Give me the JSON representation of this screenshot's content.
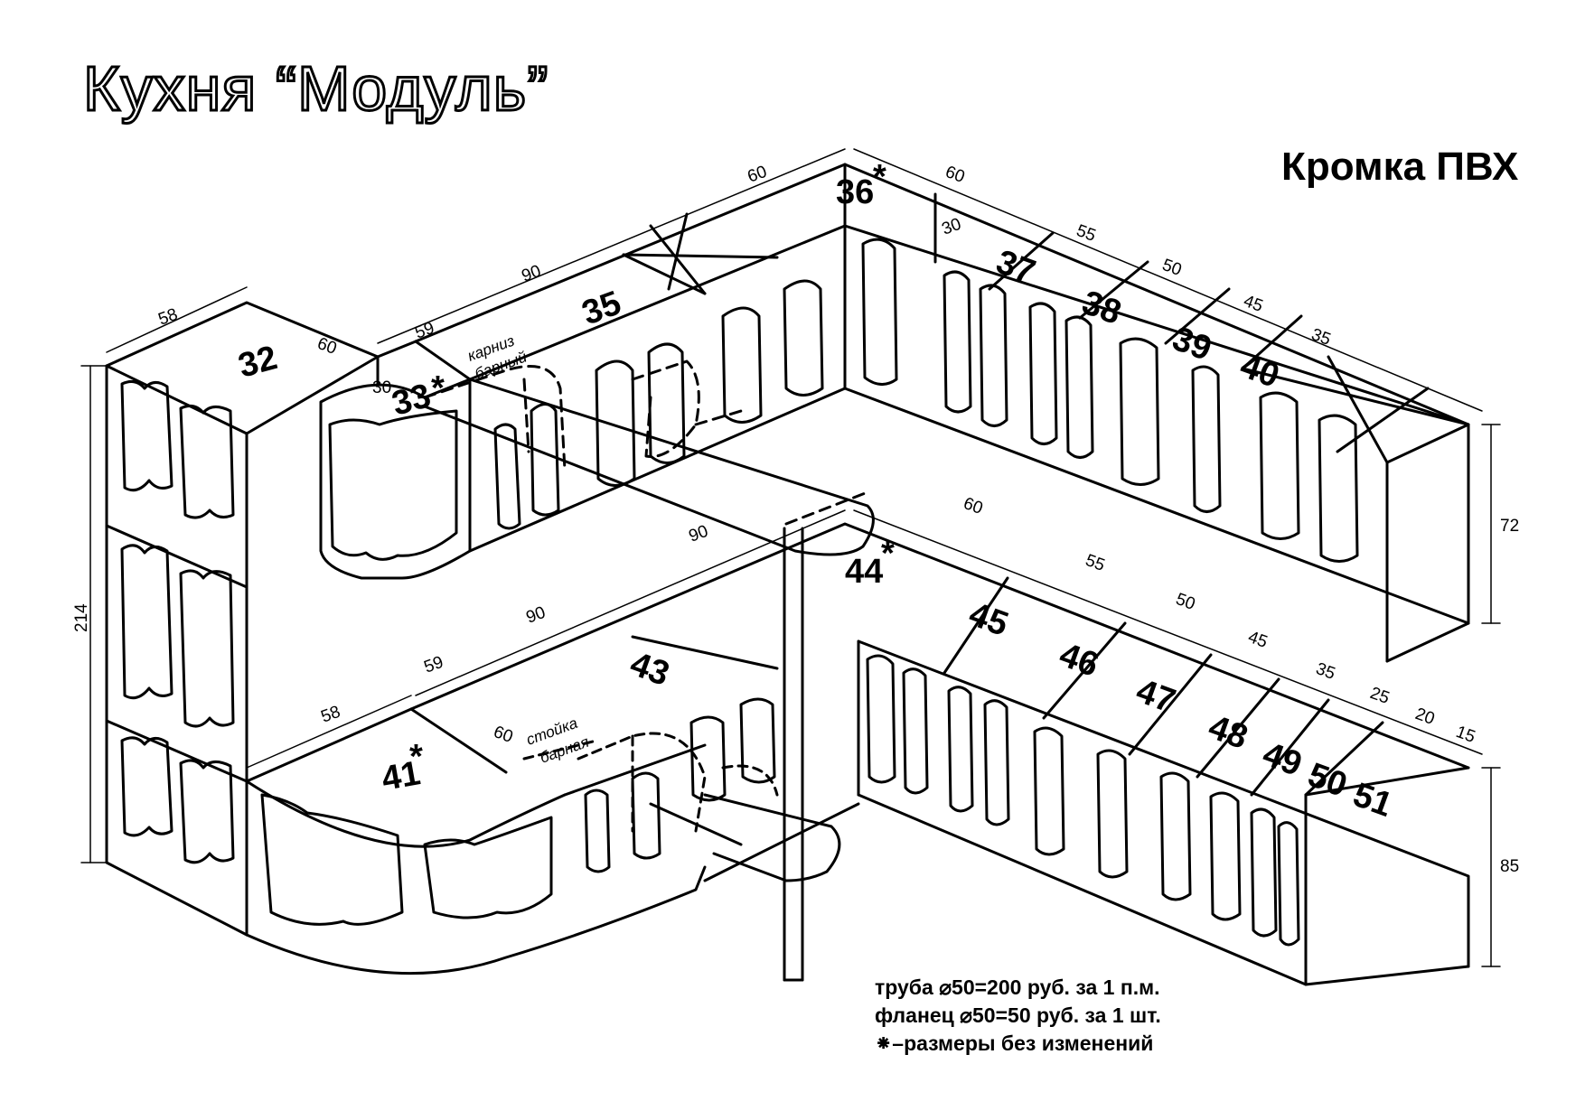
{
  "title": "Кухня “Модуль”",
  "subtitle": "Кромка ПВХ",
  "modules": {
    "m32": "32",
    "m33": "33",
    "m35": "35",
    "m36": "36",
    "m37": "37",
    "m38": "38",
    "m39": "39",
    "m40": "40",
    "m41": "41",
    "m43": "43",
    "m44": "44",
    "m45": "45",
    "m46": "46",
    "m47": "47",
    "m48": "48",
    "m49": "49",
    "m50": "50",
    "m51": "51"
  },
  "asterisk": "*",
  "dimensions": {
    "d58_top": "58",
    "d60_32": "60",
    "d30_33": "30",
    "d59_top": "59",
    "d90_top": "90",
    "d60_top": "60",
    "d60_36": "60",
    "d30_37": "30",
    "d55_top": "55",
    "d50_top": "50",
    "d45_top": "45",
    "d35_top": "35",
    "d72": "72",
    "d214": "214",
    "d90_bar": "90",
    "d60_bar": "60",
    "d90_low": "90",
    "d59_low": "59",
    "d58_low": "58",
    "d60_41": "60",
    "d55_low": "55",
    "d50_low": "50",
    "d45_low": "45",
    "d35_low": "35",
    "d25_low": "25",
    "d20_low": "20",
    "d15_low": "15",
    "d85": "85"
  },
  "labels": {
    "karniz_1": "карниз",
    "karniz_2": "барный",
    "stoika_1": "стойка",
    "stoika_2": "барная"
  },
  "notes": {
    "pipe": "труба ⌀50=200 руб. за 1 п.м.",
    "flange": "фланец ⌀50=50 руб. за 1 шт.",
    "legend": "⁕–размеры без изменений"
  }
}
